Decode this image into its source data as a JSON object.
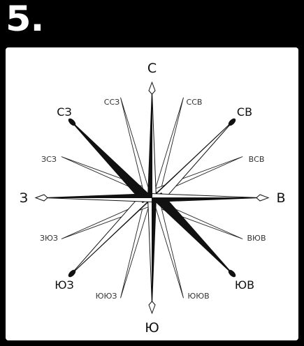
{
  "header": {
    "step_number": "5."
  },
  "compass": {
    "cardinal": {
      "north": "С",
      "east": "В",
      "south": "Ю",
      "west": "З"
    },
    "intercardinal": {
      "northeast": "СВ",
      "southeast": "ЮВ",
      "southwest": "ЮЗ",
      "northwest": "СЗ"
    },
    "minor": {
      "nne": "ССВ",
      "ene": "ВСВ",
      "ese": "ВЮВ",
      "sse": "ЮЮВ",
      "ssw": "ЮЮЗ",
      "wsw": "ЗЮЗ",
      "wnw": "ЗСЗ",
      "nnw": "ССЗ"
    }
  }
}
